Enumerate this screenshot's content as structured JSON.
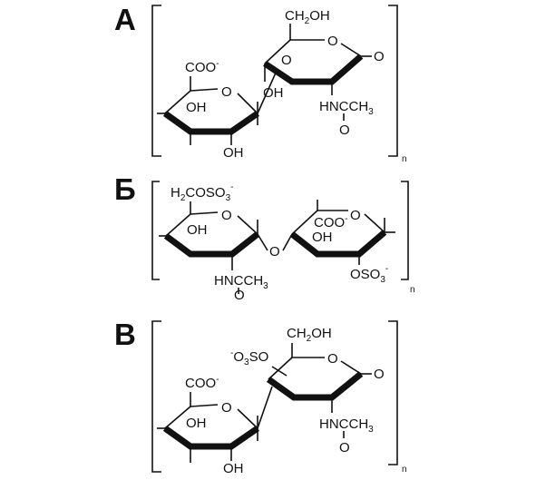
{
  "panels": [
    {
      "letter": "А",
      "labels": {
        "coo": "COO",
        "coo_charge": "-",
        "ch2oh_a": "CH",
        "ch2oh_sub": "2",
        "ch2oh_b": "OH",
        "oh_ring1": "OH",
        "oh_bottom": "OH",
        "oh_link": "OH",
        "o_ring1": "O",
        "o_ring2": "O",
        "o_link": "O",
        "o_end": "O",
        "nhacch3": "HNCCH",
        "nhacch3_sub": "3",
        "carbonyl_o": "O",
        "n": "n"
      }
    },
    {
      "letter": "Б",
      "labels": {
        "h2coso3_a": "H",
        "h2coso3_sub1": "2",
        "h2coso3_b": "COSO",
        "h2coso3_sub2": "3",
        "h2coso3_charge": "-",
        "oh_ring1": "OH",
        "o_ring1": "O",
        "o_link": "O",
        "coo": "COO",
        "coo_charge": "-",
        "o_ring2": "O",
        "oh_ring2": "OH",
        "oso3_a": "OSO",
        "oso3_sub": "3",
        "oso3_charge": "-",
        "nhacch3": "HNCCH",
        "nhacch3_sub": "3",
        "carbonyl_o": "O",
        "n": "n"
      }
    },
    {
      "letter": "В",
      "labels": {
        "o3so_charge": "-",
        "o3so_a": "O",
        "o3so_sub": "3",
        "o3so_b": "SO",
        "ch2oh_a": "CH",
        "ch2oh_sub": "2",
        "ch2oh_b": "OH",
        "coo": "COO",
        "coo_charge": "-",
        "oh_ring1": "OH",
        "oh_bottom": "OH",
        "o_ring1": "O",
        "o_ring2": "O",
        "o_end": "O",
        "nhacch3": "HNCCH",
        "nhacch3_sub": "3",
        "carbonyl_o": "O",
        "n": "n"
      }
    }
  ]
}
